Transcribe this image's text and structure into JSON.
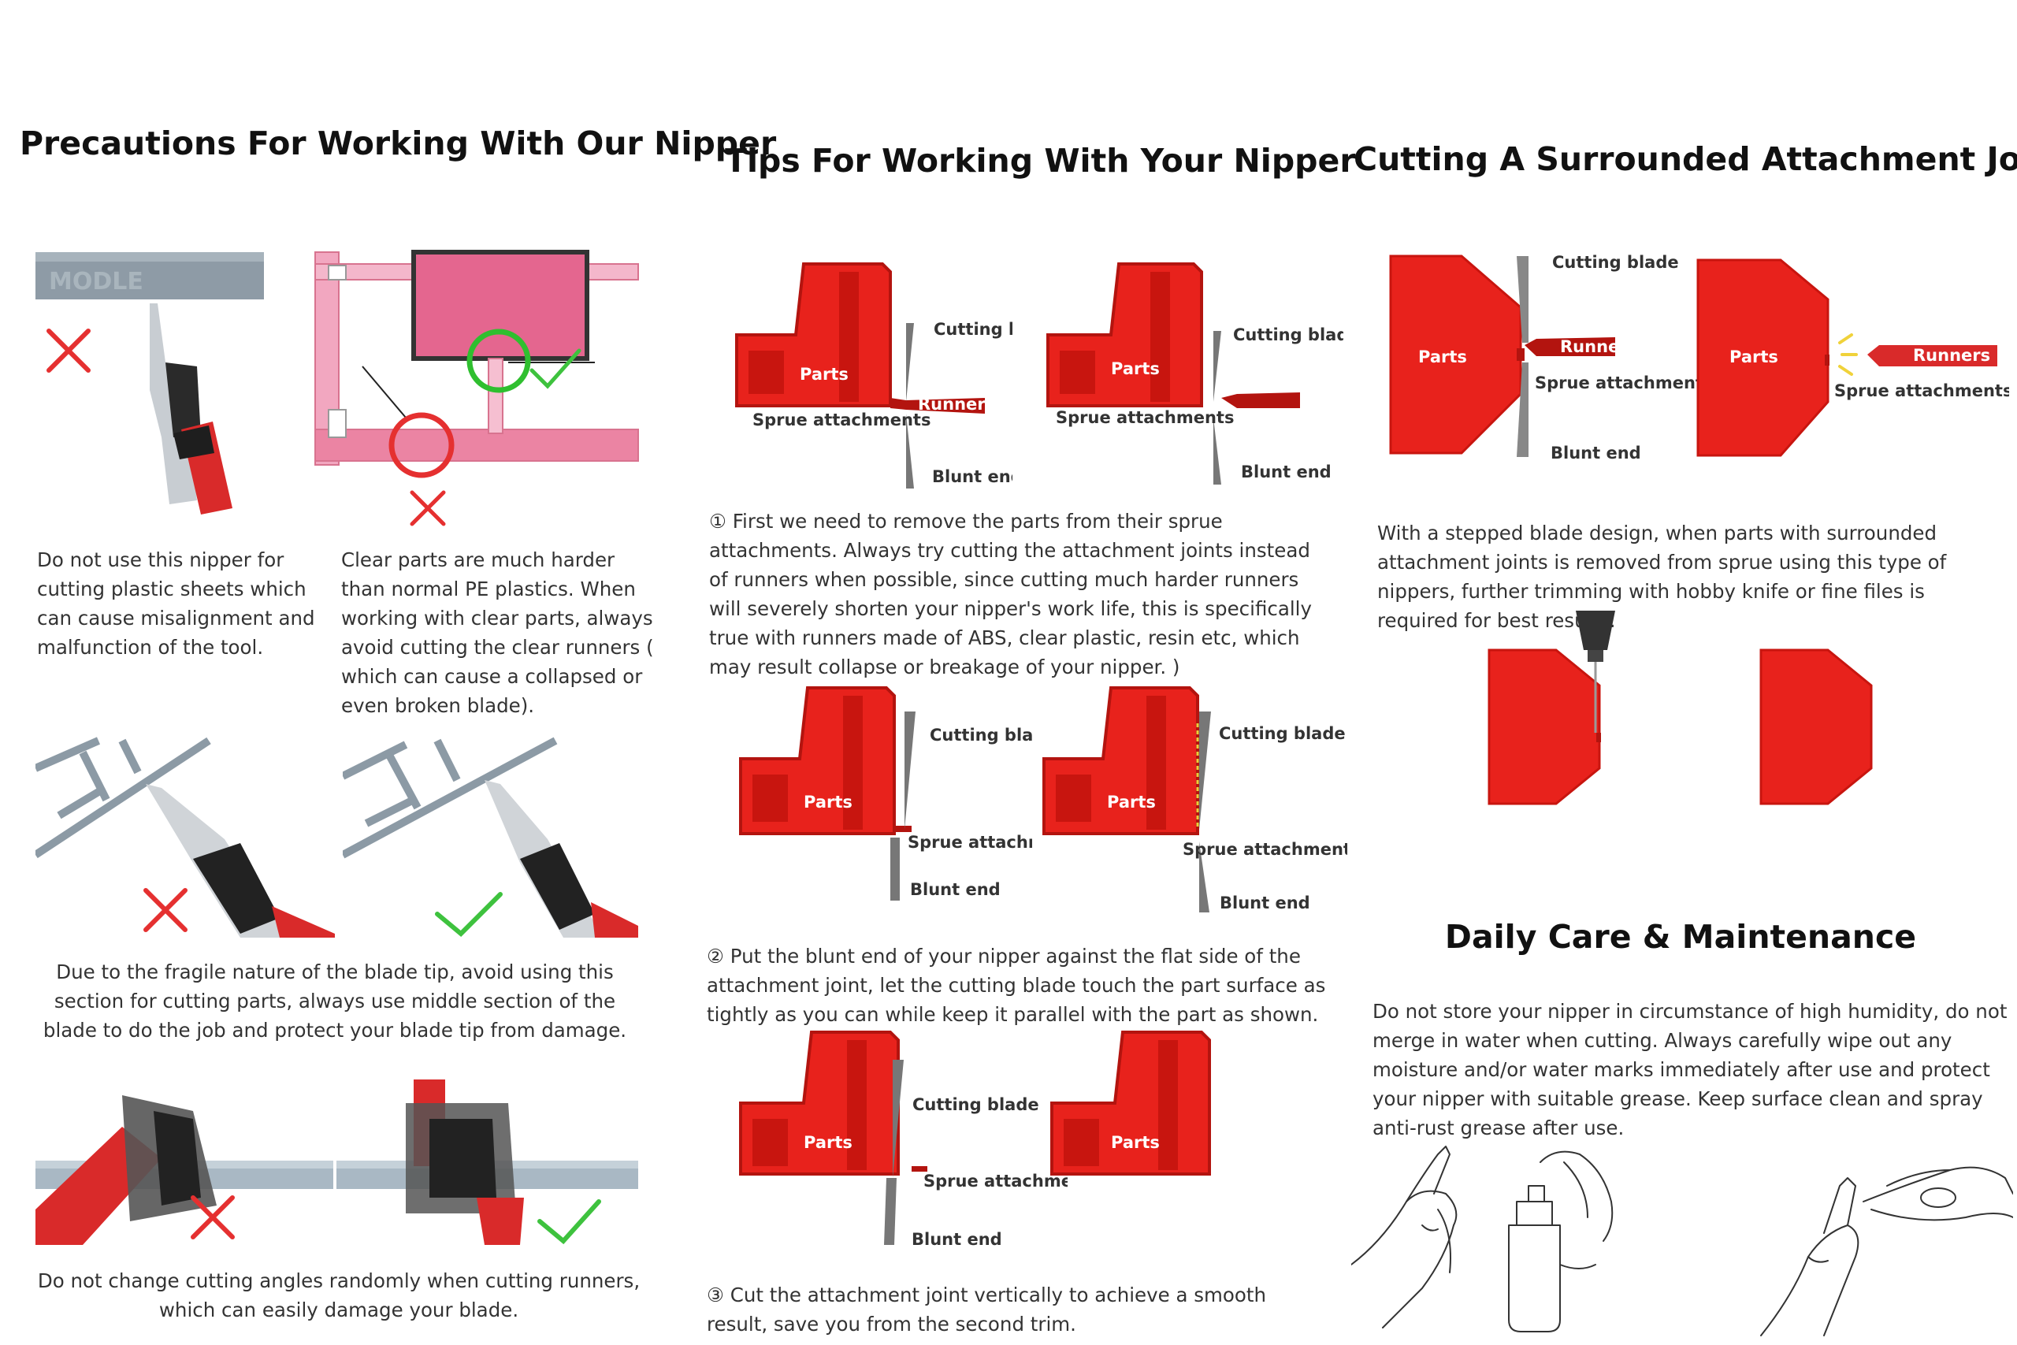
{
  "columns": {
    "precautions": {
      "title": "Precautions For Working With Our Nipper",
      "sheet_label": "MODLE",
      "captions": {
        "sheets": "Do not use this nipper for cutting plastic sheets which can cause misalignment and malfunction of the tool.",
        "clear": "Clear parts are much harder than normal PE plastics. When working with clear parts, always avoid cutting the clear runners ( which can cause a collapsed or even broken blade).",
        "tip": "Due to the fragile nature of the blade tip, avoid using this section for cutting parts, always use  middle section of the blade to do the job and protect your blade tip from damage.",
        "angle": "Do not change cutting angles randomly when cutting runners, which can easily damage your blade."
      }
    },
    "tips": {
      "title": "Tips For Working With Your Nipper",
      "labels": {
        "parts": "Parts",
        "cutting_blade": "Cutting blade",
        "runners": "Runners",
        "sprue_attachments": "Sprue attachments",
        "blunt_end": "Blunt end"
      },
      "steps": [
        "① First we need to remove the parts from their sprue attachments. Always try cutting the attachment joints instead of runners when possible, since cutting much harder runners will severely shorten your nipper's work life, this is specifically true with runners made of ABS, clear  plastic, resin etc, which may result collapse or breakage of your nipper. )",
        "② Put the blunt end of your nipper against the flat side of the attachment joint, let the cutting blade touch the part surface as tightly as you can while keep it parallel with the part as shown.",
        "③ Cut the attachment joint vertically to achieve a smooth result, save you from the second trim."
      ]
    },
    "surrounded": {
      "title": "Cutting A Surrounded Attachment Joint",
      "labels": {
        "parts": "Parts",
        "cutting_blade": "Cutting blade",
        "runners": "Runners",
        "sprue_attachments": "Sprue attachments",
        "blunt_end": "Blunt end"
      },
      "description": "With a stepped blade design, when parts with surrounded attachment joints is removed from sprue using this type of nippers, further trimming with hobby knife or fine files is required for best results."
    },
    "care": {
      "title": "Daily Care & Maintenance",
      "description": "Do not store your nipper in circumstance of high humidity, do not merge in water when cutting. Always carefully wipe out any moisture and/or water marks immediately after use and protect your nipper with suitable grease. Keep surface clean and spray anti-rust grease after use."
    }
  },
  "colors": {
    "red": "#e8221c",
    "dark_red": "#b3140f",
    "cross": "#e53030",
    "check": "#3ec23e",
    "steel": "#8c9aa5",
    "pink": "#e8779a"
  }
}
